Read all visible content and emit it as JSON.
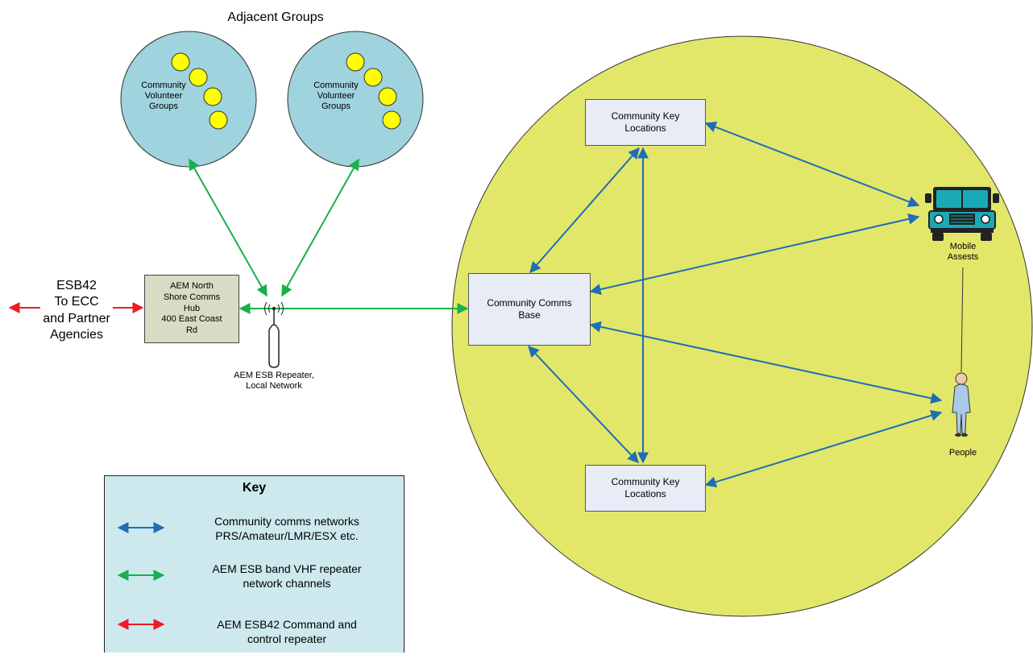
{
  "adjacent_groups": {
    "title": "Adjacent Groups",
    "group_left_label": "Community Volunteer Groups",
    "group_right_label": "Community Volunteer Groups"
  },
  "hub": {
    "label_line1": "AEM North",
    "label_line2": "Shore Comms",
    "label_line3": "Hub",
    "label_line4": "400 East Coast",
    "label_line5": "Rd"
  },
  "esb42": {
    "line1": "ESB42",
    "line2": "To ECC",
    "line3": "and Partner",
    "line4": "Agencies"
  },
  "repeater": {
    "line1": "AEM ESB Repeater,",
    "line2": "Local Network"
  },
  "community": {
    "comms_base": "Community Comms Base",
    "key_location_top": "Community Key Locations",
    "key_location_bottom": "Community Key Locations",
    "mobile_line1": "Mobile",
    "mobile_line2": "Assests",
    "people": "People"
  },
  "key": {
    "title": "Key",
    "item1_line1": "Community comms networks",
    "item1_line2": "PRS/Amateur/LMR/ESX etc.",
    "item2_line1": "AEM ESB band VHF repeater",
    "item2_line2": "network channels",
    "item3_line1": "AEM ESB42 Command and",
    "item3_line2": "control repeater"
  },
  "colors": {
    "community_circle": "#e2e76a",
    "group_circle": "#9fd3dd",
    "volunteer_dot": "#ffff00",
    "blue_link": "#1f6db5",
    "green_link": "#17b04b",
    "red_link": "#ee1c24"
  },
  "icons": {
    "vehicle": "jeep-icon",
    "person": "person-icon",
    "repeater": "antenna-icon"
  }
}
